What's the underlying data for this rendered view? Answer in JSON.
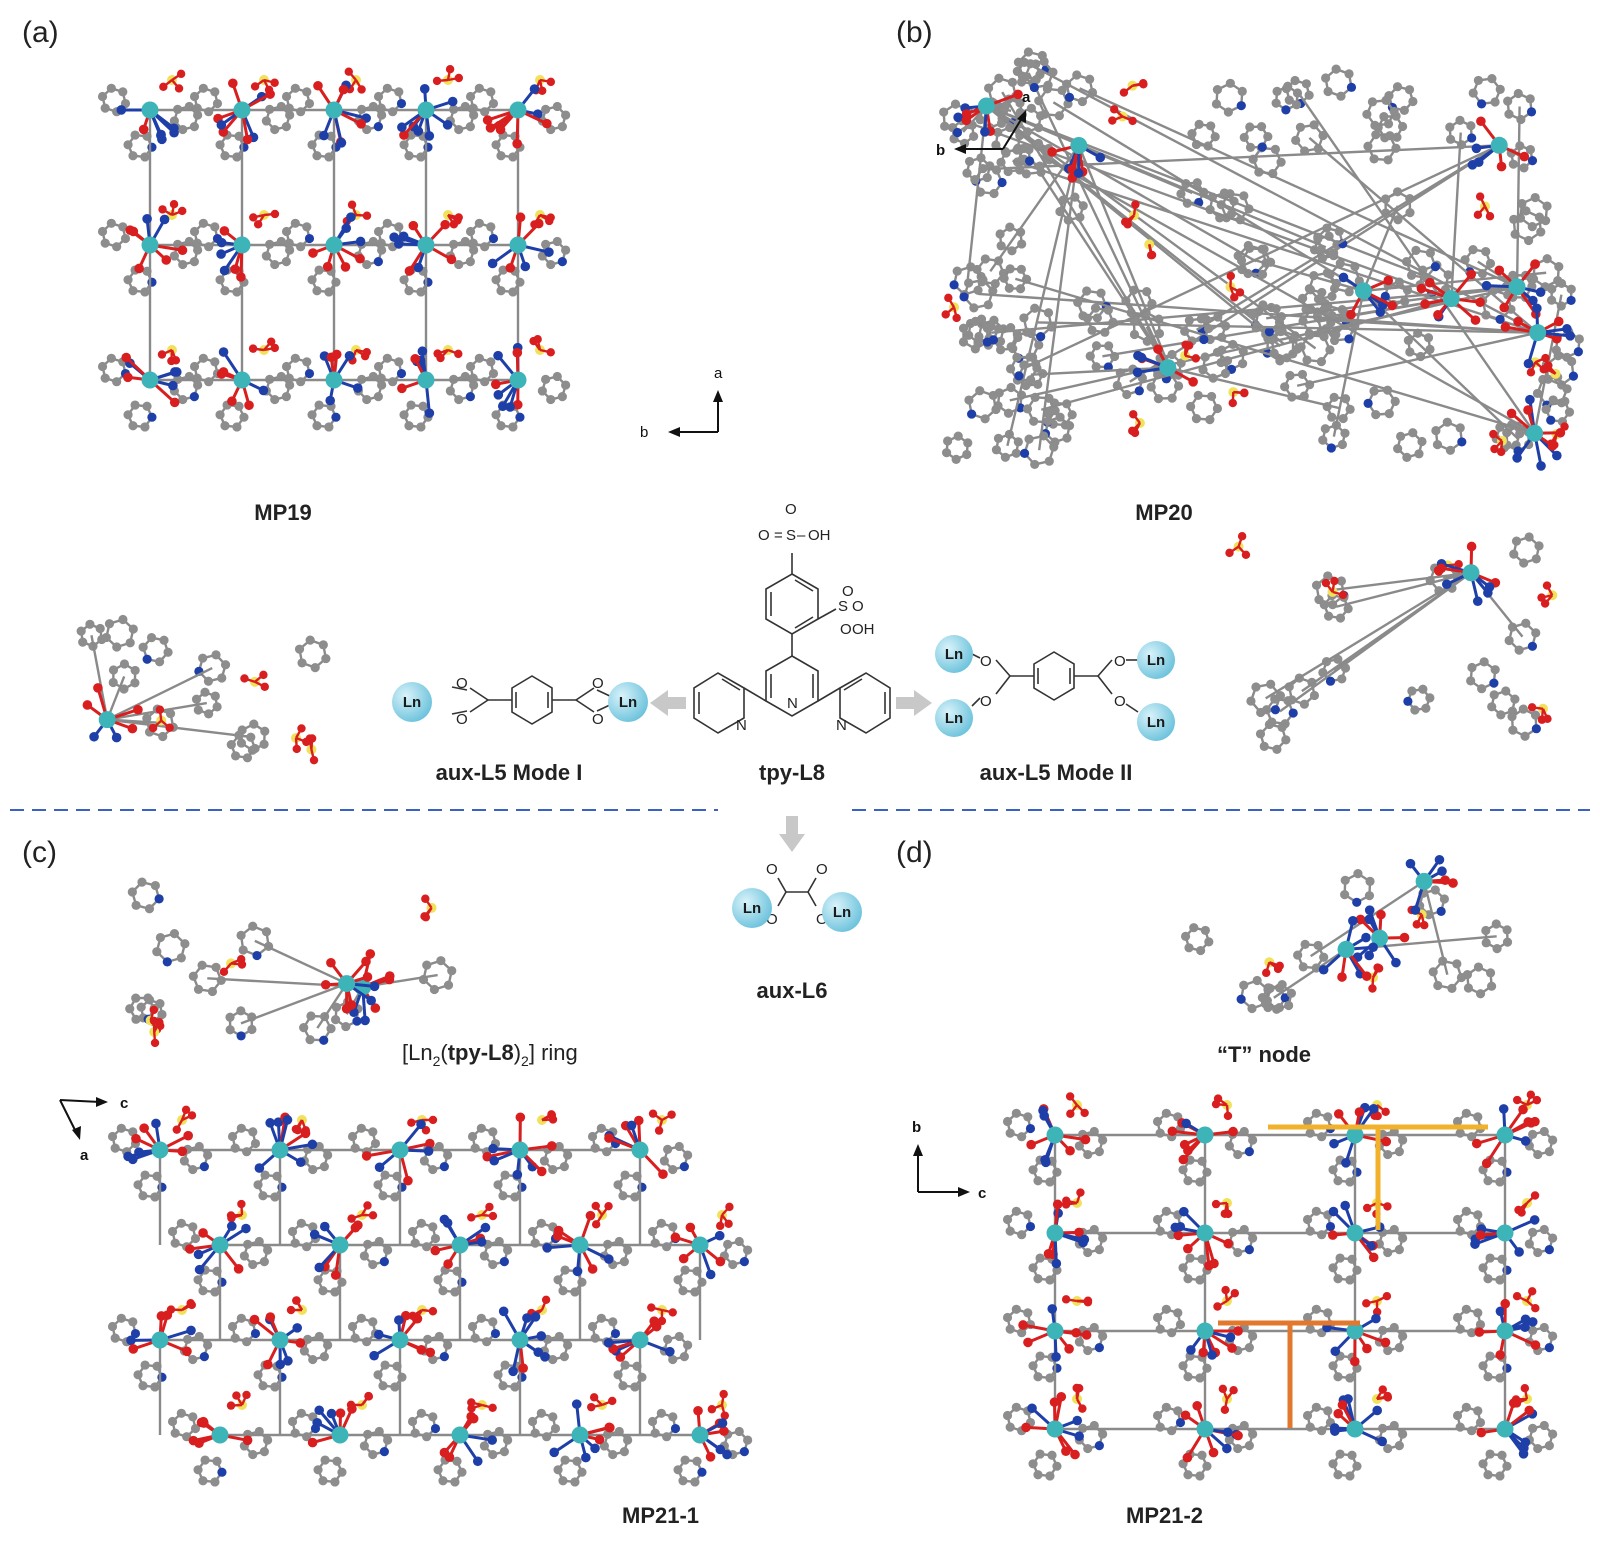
{
  "panels": {
    "a": {
      "label": "(a)",
      "compound": "MP19",
      "axis_up": "a",
      "axis_left": "b"
    },
    "b": {
      "label": "(b)",
      "compound": "MP20",
      "axis_up": "a",
      "axis_left": "b"
    },
    "c": {
      "label": "(c)",
      "compound": "MP21-1",
      "ring_prefix": "[Ln",
      "ring_sub1": "2",
      "ring_open": "(",
      "ring_ligand": "tpy-L8",
      "ring_close": ")",
      "ring_sub2": "2",
      "ring_suffix": "] ring",
      "axis_right": "c",
      "axis_down": "a"
    },
    "d": {
      "label": "(d)",
      "compound": "MP21-2",
      "node_label": "“T” node",
      "axis_up": "b",
      "axis_right": "c"
    }
  },
  "ligands": {
    "center": "tpy-L8",
    "mode1": "aux-L5 Mode I",
    "mode2": "aux-L5 Mode II",
    "oxalate": "aux-L6",
    "metal": "Ln",
    "atom_O": "O",
    "atom_N": "N",
    "atom_S": "S",
    "group_OH": "OH",
    "group_OS": "O=S–OH"
  },
  "colors": {
    "metal": "#3cb4b8",
    "oxygen": "#d81e1e",
    "nitrogen": "#1f3fa8",
    "sulfur": "#f0e25a",
    "carbon": "#8d8d8d",
    "divider": "#3b62c0",
    "arrow": "#c8c8c8",
    "t_node_yellow": "#f2b12a",
    "t_node_orange": "#e2782e",
    "ln_sphere": "#8fd3e8"
  }
}
